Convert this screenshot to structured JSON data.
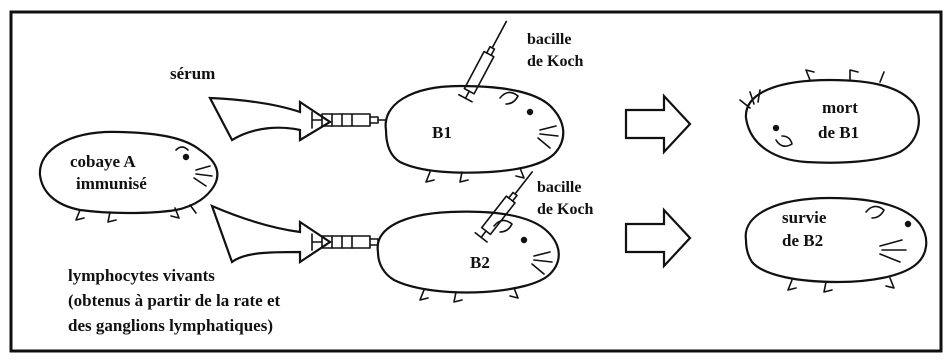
{
  "labels": {
    "serum": "sérum",
    "cobaye_a_line1": "cobaye A",
    "cobaye_a_line2": "immunisé",
    "b1": "B1",
    "b2": "B2",
    "bacille_top_line1": "bacille",
    "bacille_top_line2": "de Koch",
    "bacille_bottom_line1": "bacille",
    "bacille_bottom_line2": "de Koch",
    "mort_line1": "mort",
    "mort_line2": "de B1",
    "survie_line1": "survie",
    "survie_line2": "de B2",
    "lymph_line1": "lymphocytes vivants",
    "lymph_line2": "(obtenus à partir de la rate et",
    "lymph_line3": "des ganglions lymphatiques)"
  },
  "colors": {
    "ink": "#111111",
    "background": "#ffffff"
  }
}
